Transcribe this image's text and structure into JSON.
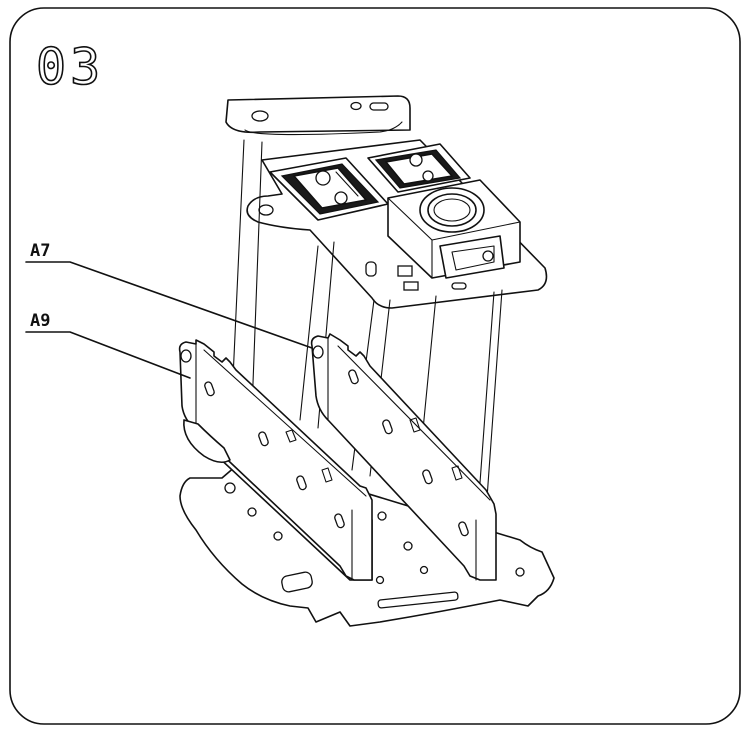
{
  "step": {
    "number": "03"
  },
  "callouts": [
    {
      "id": "a7",
      "label": "A7"
    },
    {
      "id": "a9",
      "label": "A9"
    }
  ],
  "colors": {
    "line": "#111111",
    "background": "#ffffff"
  }
}
